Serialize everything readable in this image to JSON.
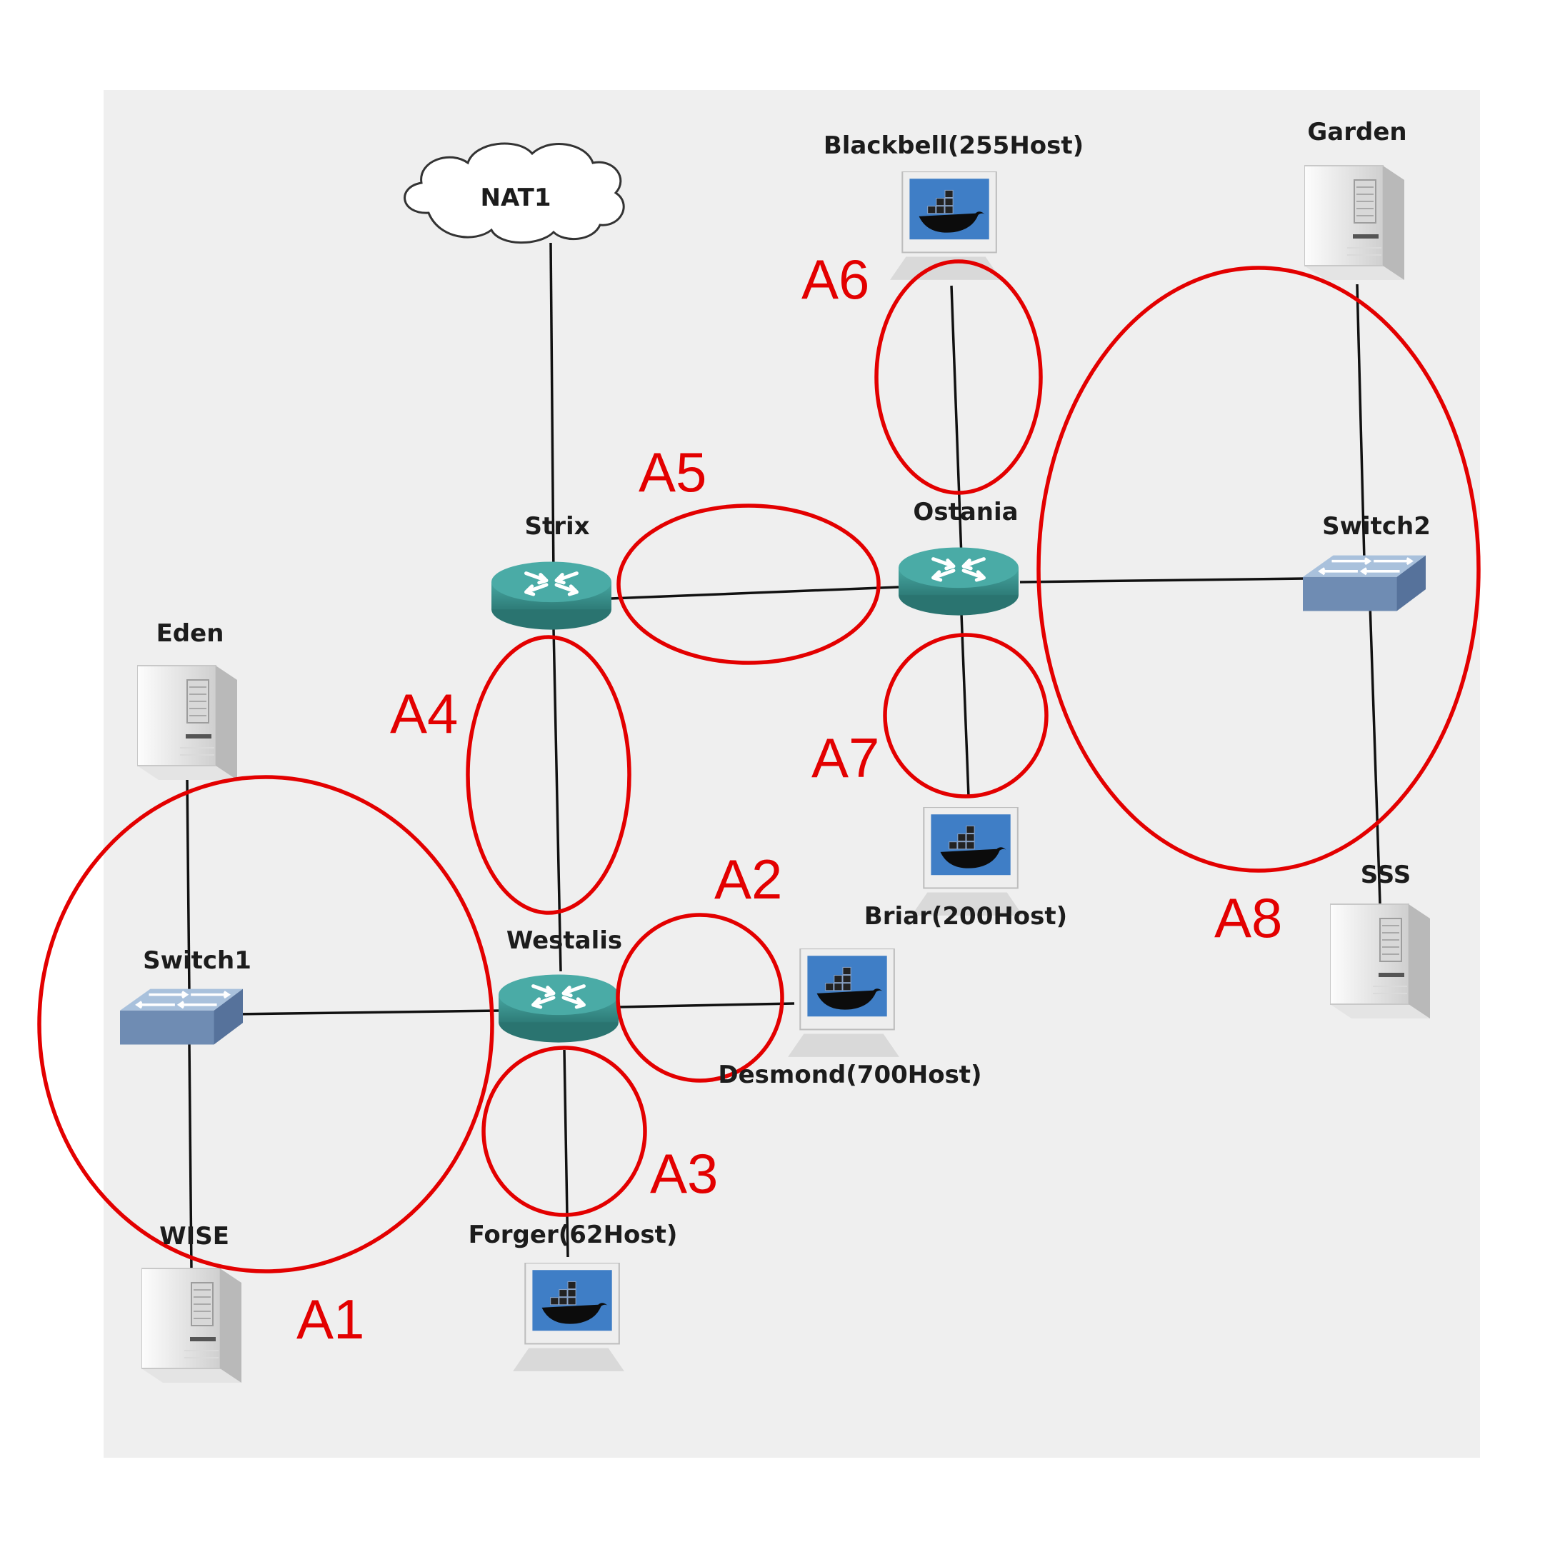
{
  "nodes": {
    "nat": {
      "label": "NAT1",
      "icon": "cloud-icon"
    },
    "strix": {
      "label": "Strix",
      "icon": "router-icon"
    },
    "ostania": {
      "label": "Ostania",
      "icon": "router-icon"
    },
    "westalis": {
      "label": "Westalis",
      "icon": "router-icon"
    },
    "switch1": {
      "label": "Switch1",
      "icon": "switch-icon"
    },
    "switch2": {
      "label": "Switch2",
      "icon": "switch-icon"
    },
    "eden": {
      "label": "Eden",
      "icon": "server-icon"
    },
    "wise": {
      "label": "WISE",
      "icon": "server-icon"
    },
    "garden": {
      "label": "Garden",
      "icon": "server-icon"
    },
    "sss": {
      "label": "SSS",
      "icon": "server-icon"
    },
    "blackbell": {
      "label": "Blackbell(255Host)",
      "icon": "docker-host-icon"
    },
    "briar": {
      "label": "Briar(200Host)",
      "icon": "docker-host-icon"
    },
    "desmond": {
      "label": "Desmond(700Host)",
      "icon": "docker-host-icon"
    },
    "forger": {
      "label": "Forger(62Host)",
      "icon": "docker-host-icon"
    }
  },
  "areas": {
    "a1": "A1",
    "a2": "A2",
    "a3": "A3",
    "a4": "A4",
    "a5": "A5",
    "a6": "A6",
    "a7": "A7",
    "a8": "A8"
  },
  "colors": {
    "annotation": "#e30000",
    "router": "#3a8f8b",
    "switch": "#7f9cc0",
    "link": "#111111",
    "background": "#efefef"
  }
}
